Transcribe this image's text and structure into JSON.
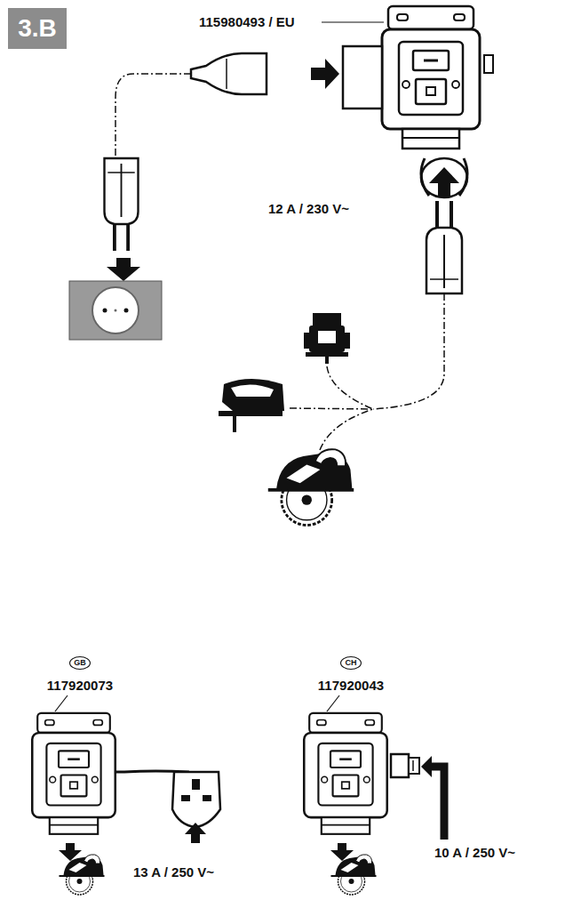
{
  "diagram": {
    "nodes": [
      {
        "text": [
          "3.B"
        ]
      },
      {
        "text": [
          "GB"
        ]
      },
      {
        "text": [
          "CH"
        ]
      }
    ],
    "labels": [
      "115980493 / EU",
      "12 A / 230 V~",
      "117920073",
      "13 A / 250 V~",
      "117920043",
      "10 A / 250 V~"
    ]
  }
}
